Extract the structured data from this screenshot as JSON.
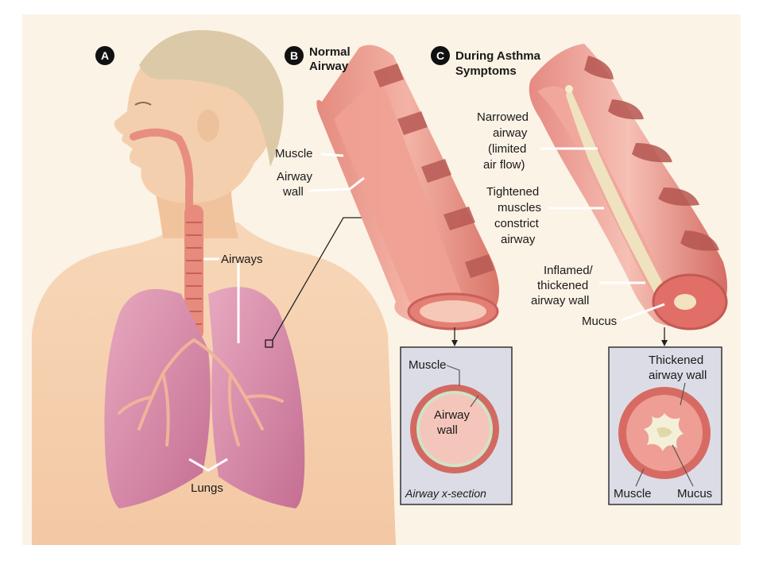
{
  "panels": {
    "a": {
      "badge": "A"
    },
    "b": {
      "badge": "B",
      "title_line1": "Normal",
      "title_line2": "Airway"
    },
    "c": {
      "badge": "C",
      "title_line1": "During Asthma",
      "title_line2": "Symptoms"
    }
  },
  "labels": {
    "airways": "Airways",
    "lungs": "Lungs",
    "muscle": "Muscle",
    "airway_wall_1": "Airway",
    "airway_wall_2": "wall",
    "narrowed_1": "Narrowed",
    "narrowed_2": "airway",
    "narrowed_3": "(limited",
    "narrowed_4": "air flow)",
    "tightened_1": "Tightened",
    "tightened_2": "muscles",
    "tightened_3": "constrict",
    "tightened_4": "airway",
    "inflamed_1": "Inflamed/",
    "inflamed_2": "thickened",
    "inflamed_3": "airway wall",
    "mucus": "Mucus"
  },
  "xsection_normal": {
    "muscle": "Muscle",
    "wall_1": "Airway",
    "wall_2": "wall",
    "caption": "Airway x-section"
  },
  "xsection_asthma": {
    "thick_1": "Thickened",
    "thick_2": "airway wall",
    "muscle": "Muscle",
    "mucus": "Mucus"
  },
  "colors": {
    "background": "#fbf3e6",
    "skin": "#f6d2b0",
    "hair": "#d9c7a8",
    "lung": "#d98aa6",
    "lung_dark": "#b95f83",
    "airway": "#e99a8c",
    "muscle": "#c9605a",
    "badge": "#111111",
    "inset_bg": "#dcdce6",
    "mucus": "#efe6c6"
  }
}
